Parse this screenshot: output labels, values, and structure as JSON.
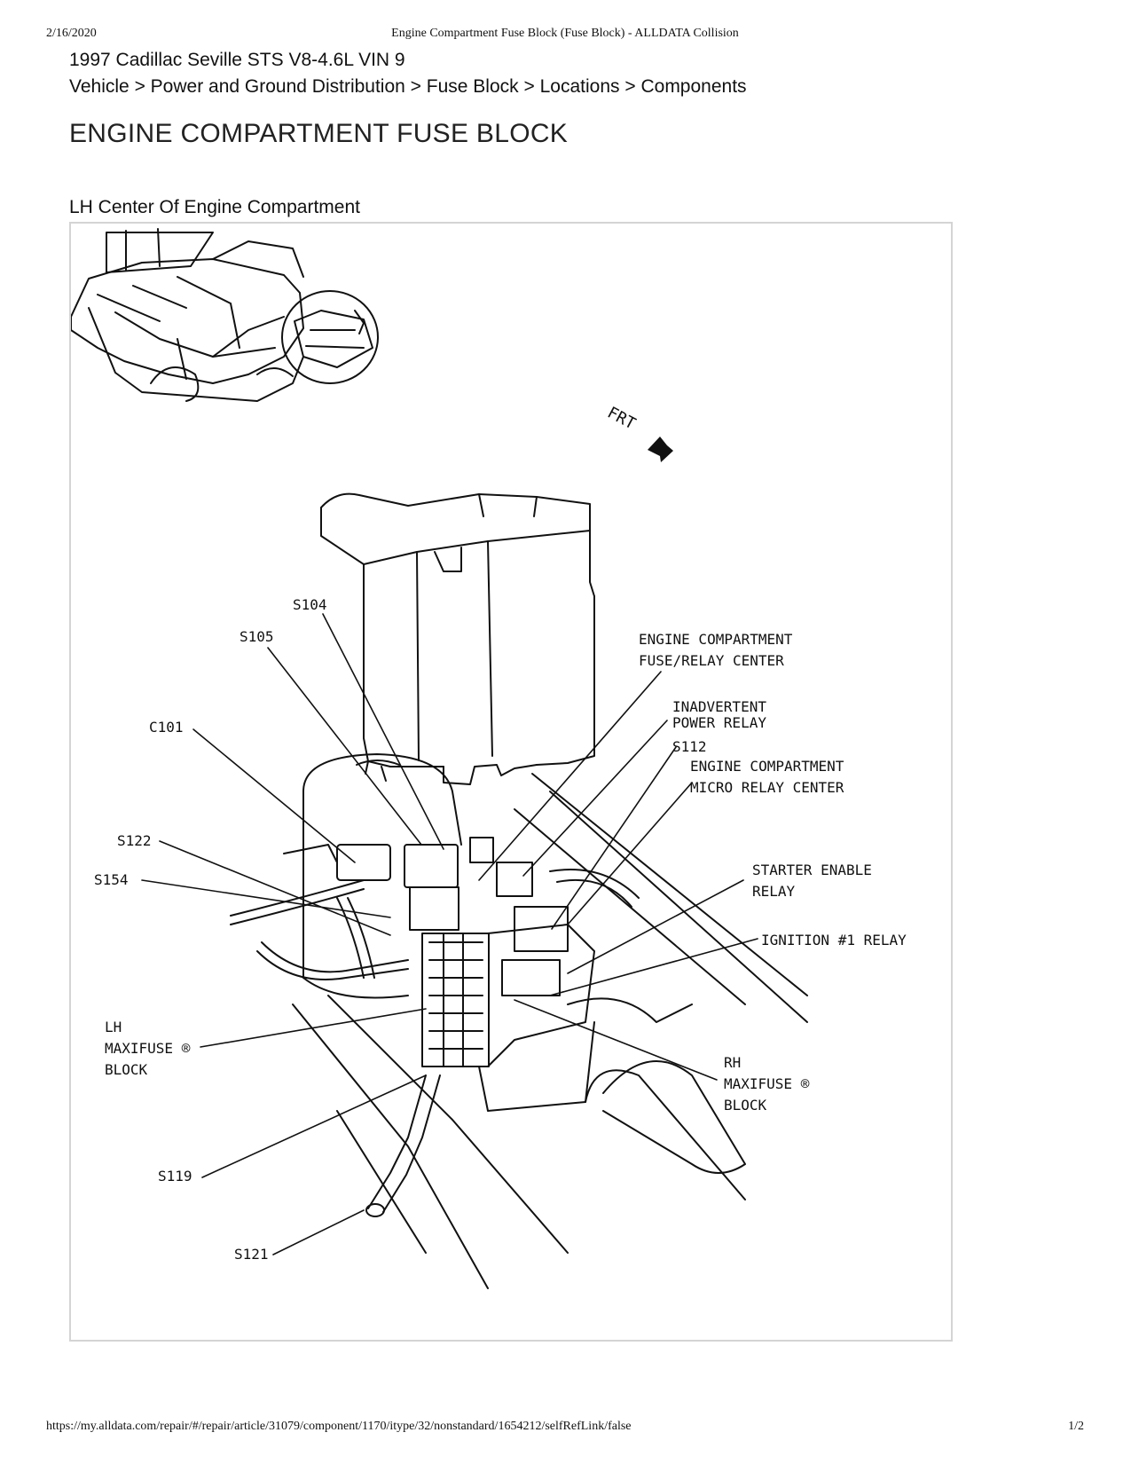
{
  "print_header": {
    "date": "2/16/2020",
    "title": "Engine Compartment Fuse Block (Fuse Block) - ALLDATA Collision"
  },
  "vehicle": "1997 Cadillac Seville STS V8-4.6L VIN 9",
  "breadcrumb": {
    "items": [
      "Vehicle",
      "Power and Ground Distribution",
      "Fuse Block",
      "Locations",
      "Components"
    ],
    "separator": ">"
  },
  "page_title": "ENGINE COMPARTMENT FUSE BLOCK",
  "section_title": "LH Center Of Engine Compartment",
  "figure": {
    "direction_label": "FRT",
    "callouts": {
      "s104": "S104",
      "s105": "S105",
      "c101": "C101",
      "s122": "S122",
      "s154": "S154",
      "engine_fuse_relay_center": "ENGINE COMPARTMENT\nFUSE/RELAY CENTER",
      "inadvertent_power_relay": "INADVERTENT\nPOWER RELAY",
      "s112": "S112",
      "engine_micro_relay_center": "ENGINE COMPARTMENT\nMICRO RELAY CENTER",
      "starter_enable_relay": "STARTER ENABLE\nRELAY",
      "ignition_1_relay": "IGNITION #1 RELAY",
      "lh_maxifuse_block": "LH\nMAXIFUSE ®\nBLOCK",
      "rh_maxifuse_block": "RH\nMAXIFUSE ®\nBLOCK",
      "s119": "S119",
      "s121": "S121"
    }
  },
  "footer": {
    "url": "https://my.alldata.com/repair/#/repair/article/31079/component/1170/itype/32/nonstandard/1654212/selfRefLink/false",
    "page": "1/2"
  }
}
